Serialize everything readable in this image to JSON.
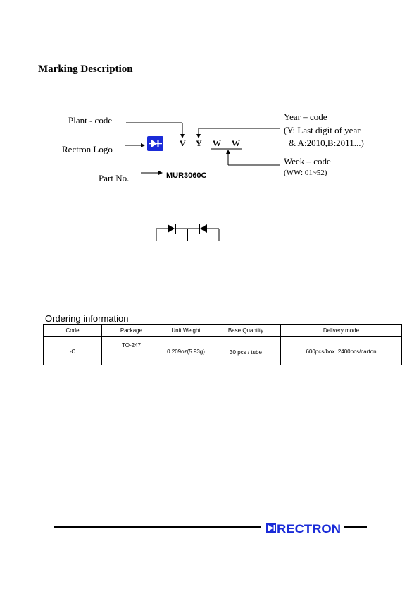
{
  "heading": "Marking Description",
  "marking": {
    "plant_code_label": "Plant - code",
    "rectron_logo_label": "Rectron Logo",
    "part_no_label": "Part No.",
    "part_no_value": "MUR3060C",
    "code_letters": [
      "V",
      "Y",
      "W",
      "W"
    ],
    "year_code": {
      "title": "Year – code",
      "line1": "(Y: Last digit of year",
      "line2": "& A:2010,B:2011...)"
    },
    "week_code": {
      "title": "Week – code",
      "range": "(WW: 01~52)"
    }
  },
  "ordering": {
    "title": "Ordering information",
    "columns": [
      "Code",
      "Package",
      "Unit Weight",
      "Base Quantity",
      "Delivery mode"
    ],
    "rows": [
      [
        "-C",
        "TO-247",
        "0.209oz(5.93g)",
        "30 pcs / tube",
        "600pcs/box  2400pcs/carton"
      ]
    ]
  },
  "footer": {
    "brand": "RECTRON",
    "brand_color": "#1a2bd8"
  }
}
